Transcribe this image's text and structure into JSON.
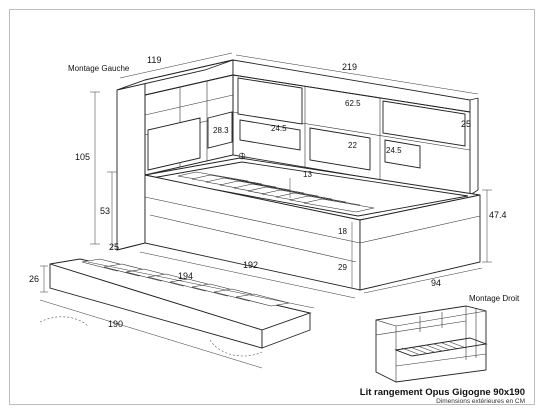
{
  "labels": {
    "montage_gauche": "Montage Gauche",
    "montage_droit": "Montage Droit"
  },
  "dimensions": {
    "d119": "119",
    "d219": "219",
    "d105": "105",
    "d53": "53",
    "d25_left": "25",
    "d25_right": "25",
    "d28_3": "28.3",
    "d24_5_left": "24.5",
    "d62_5": "62.5",
    "d22": "22",
    "d24_5_right": "24.5",
    "d13": "13",
    "d47_4": "47.4",
    "d18": "18",
    "d29": "29",
    "d192": "192",
    "d94": "94",
    "d26": "26",
    "d194": "194",
    "d190": "190"
  },
  "footer": {
    "title": "Lit rangement Opus Gigogne 90x190",
    "subtitle": "Dimensions extérieures en CM"
  },
  "icons": {
    "circle_marker": "circled-1-icon"
  }
}
